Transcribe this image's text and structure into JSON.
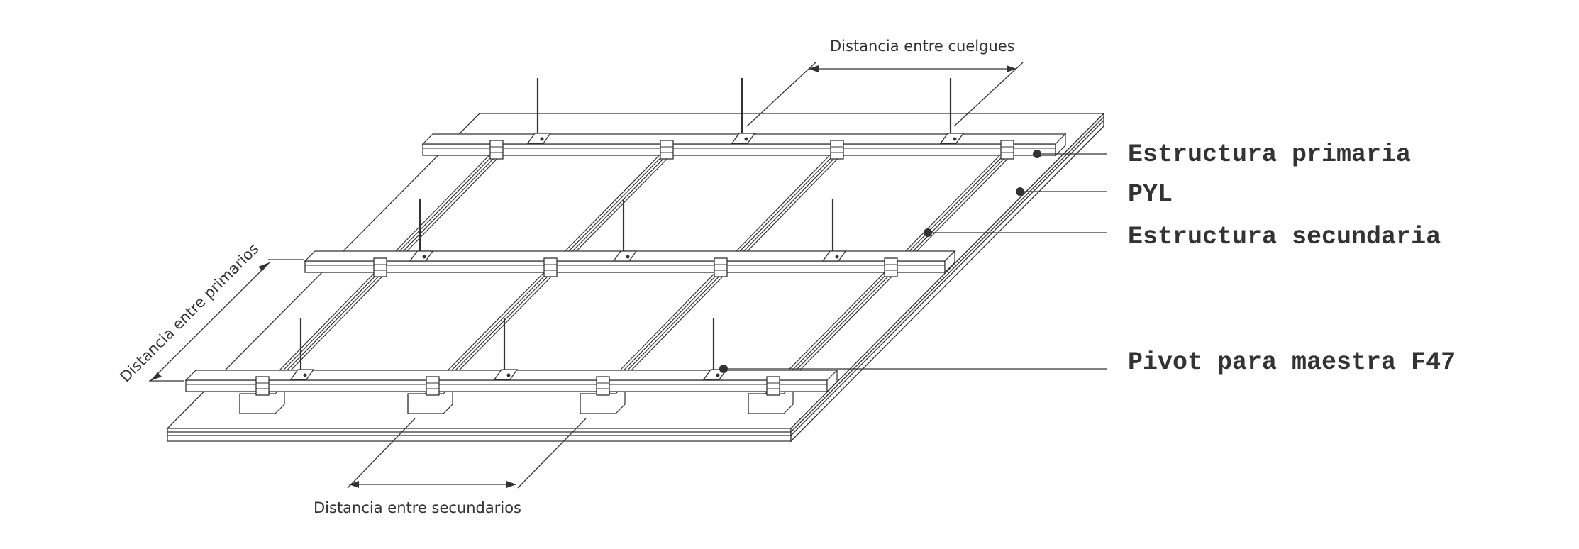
{
  "labels": {
    "primary_structure": "Estructura primaria",
    "board": "PYL",
    "secondary_structure": "Estructura secundaria",
    "pivot": "Pivot para maestra F47",
    "dim_hangers": "Distancia entre cuelgues",
    "dim_primaries": "Distancia entre primarios",
    "dim_secondaries": "Distancia entre secundarios"
  },
  "colors": {
    "line": "#333333",
    "fill": "#ffffff",
    "text": "#333333"
  },
  "counts": {
    "primary_profiles": 3,
    "secondary_profiles": 4,
    "hangers_per_primary": 3
  }
}
